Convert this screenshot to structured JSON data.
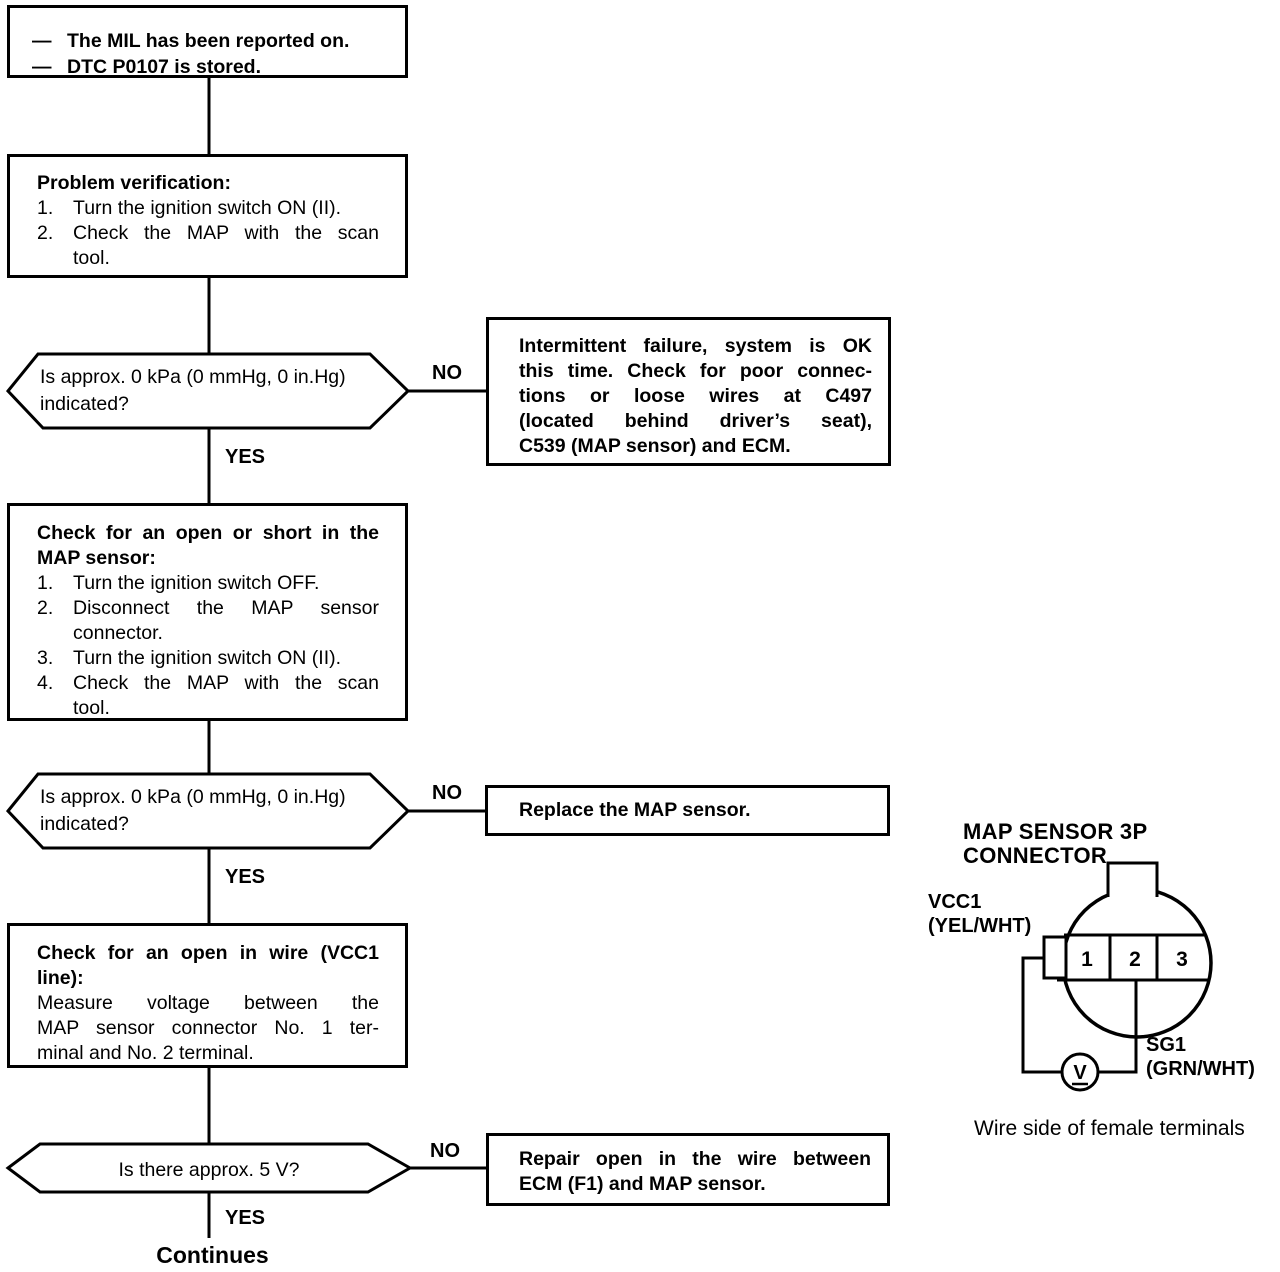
{
  "page": {
    "background": "#ffffff",
    "ink": "#000000"
  },
  "labels": {
    "yes": "YES",
    "no": "NO",
    "continues": "Continues"
  },
  "nodes": {
    "start": {
      "lines": [
        {
          "dash": "—",
          "text": "The MIL has been reported on."
        },
        {
          "dash": "—",
          "text": "DTC P0107 is stored."
        }
      ]
    },
    "problem_verification": {
      "title": "Problem verification:",
      "steps": [
        {
          "num": "1.",
          "lines": [
            "Turn the ignition switch ON (II)."
          ]
        },
        {
          "num": "2.",
          "lines": [
            "Check the MAP with the scan",
            "tool."
          ]
        }
      ]
    },
    "decision_map_indicated_1": {
      "line1": "Is approx. 0 kPa (0 mmHg, 0 in.Hg)",
      "line2": "indicated?"
    },
    "intermittent_failure": {
      "lines": [
        "Intermittent failure, system is OK",
        "this time. Check for poor connec-",
        "tions or loose wires at C497",
        "(located behind driver’s seat),",
        "C539 (MAP sensor) and ECM."
      ]
    },
    "check_open_short": {
      "title_lines": [
        "Check for an open or short in the",
        "MAP sensor:"
      ],
      "steps": [
        {
          "num": "1.",
          "lines": [
            "Turn the ignition switch OFF."
          ]
        },
        {
          "num": "2.",
          "lines": [
            "Disconnect the MAP sensor",
            "connector."
          ]
        },
        {
          "num": "3.",
          "lines": [
            "Turn the ignition switch ON (II)."
          ]
        },
        {
          "num": "4.",
          "lines": [
            "Check the MAP with the scan",
            "tool."
          ]
        }
      ]
    },
    "decision_map_indicated_2": {
      "line1": "Is approx. 0 kPa (0 mmHg, 0 in.Hg)",
      "line2": "indicated?"
    },
    "replace_map_sensor": {
      "text": "Replace the MAP sensor."
    },
    "check_open_wire": {
      "title_lines": [
        "Check for an open in wire (VCC1",
        "line):"
      ],
      "body_lines": [
        "Measure voltage between the",
        "MAP sensor connector No. 1 ter-",
        "minal and No. 2 terminal."
      ]
    },
    "decision_5v": {
      "text": "Is there approx. 5 V?"
    },
    "repair_open_wire": {
      "lines": [
        "Repair open in the wire between",
        "ECM (F1) and MAP sensor."
      ]
    }
  },
  "connector": {
    "title": "MAP SENSOR 3P CONNECTOR",
    "pins": [
      "1",
      "2",
      "3"
    ],
    "vcc1": {
      "name": "VCC1",
      "wire": "(YEL/WHT)"
    },
    "sg1": {
      "name": "SG1",
      "wire": "(GRN/WHT)"
    },
    "voltmeter_symbol": "V",
    "caption": "Wire side of female terminals"
  }
}
